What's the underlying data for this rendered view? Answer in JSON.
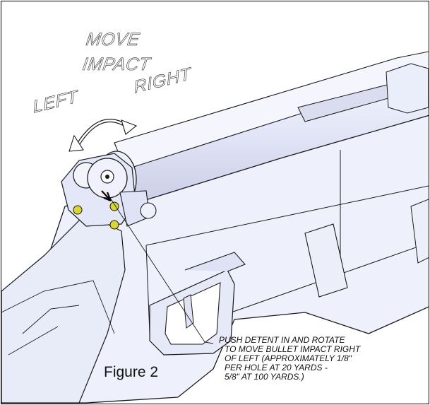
{
  "direction_labels": {
    "move": "MOVE",
    "impact": "IMPACT",
    "left": "LEFT",
    "right": "RIGHT"
  },
  "callout_note": [
    "PUSH DETENT IN AND ROTATE",
    "TO MOVE BULLET IMPACT RIGHT",
    "OF LEFT (APPROXIMATELY 1/8\"",
    "PER HOLE AT 20 YARDS -",
    "5/8\" AT 100 YARDS.)"
  ],
  "figure_caption": "Figure 2",
  "colors": {
    "outline": "#1a1a1a",
    "body_fill": "#eef0fb",
    "shade": "#d6d9ee",
    "screw": "#d8d82a"
  }
}
